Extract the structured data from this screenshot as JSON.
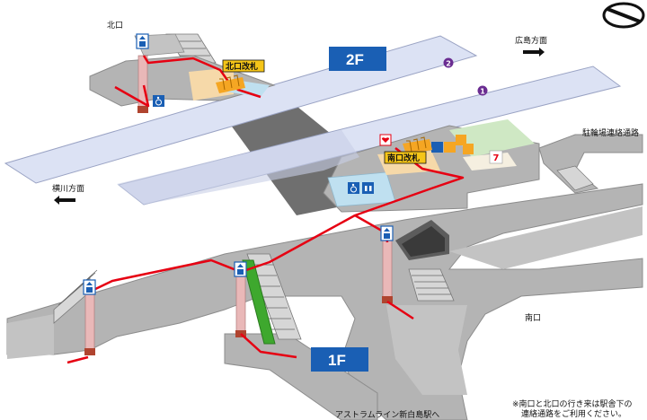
{
  "labels": {
    "north_exit": "北口",
    "hiroshima_dir": "広島方面",
    "north_gate": "北口改札",
    "floor_2f": "2F",
    "parking_path": "駐輪場連絡通路",
    "south_gate": "南口改札",
    "yokogawa_dir": "横川方面",
    "south_exit": "南口",
    "floor_1f": "1F",
    "astram_to": "アストラムライン新白島駅へ",
    "note_line1": "※南口と北口の行き来は駅舎下の",
    "note_line2": "連絡通路をご利用ください。"
  },
  "platform_numbers": [
    "1",
    "2"
  ],
  "colors": {
    "floor_gray": "#b4b4b4",
    "floor_light": "#c8c8c8",
    "track_blue": "#dce2f4",
    "route_red": "#e60012",
    "floor_badge": "#1a5fb4",
    "gate_yellow": "#f5c518",
    "platform_purple": "#6a2c91",
    "wc_blue": "#bfe0f0",
    "shop_green": "#cfe8c4",
    "elevator_pink": "#e9b8b8"
  },
  "icons": [
    "compass-icon",
    "elevator-icon",
    "wheelchair-icon",
    "toilet-icon",
    "shop-icon",
    "aed-icon",
    "convenience-store-icon",
    "direction-arrow-icon"
  ]
}
